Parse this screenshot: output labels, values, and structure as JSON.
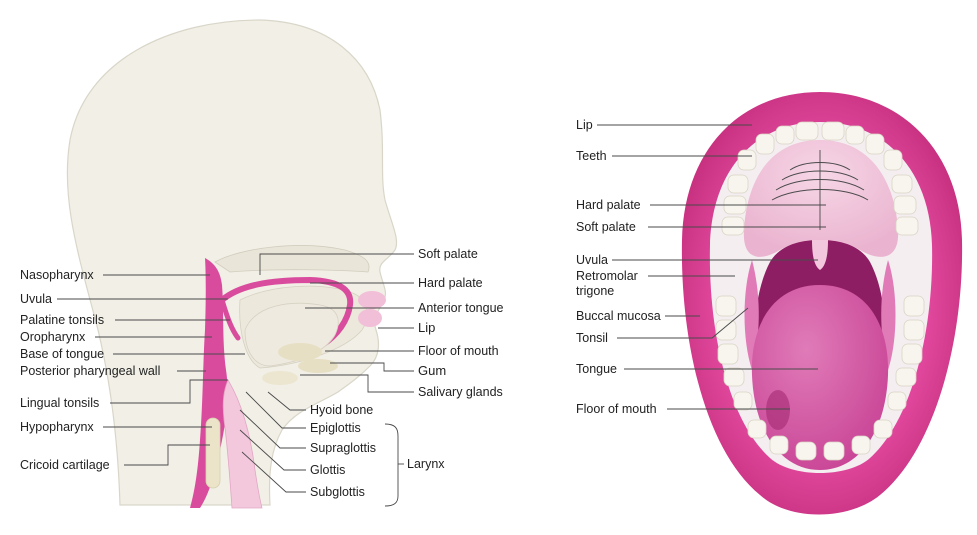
{
  "sagittal": {
    "left_labels": {
      "nasopharynx": "Nasopharynx",
      "uvula": "Uvula",
      "palatine_tonsils": "Palatine tonsils",
      "oropharynx": "Oropharynx",
      "base_of_tongue": "Base of tongue",
      "posterior_pharyngeal_wall": "Posterior pharyngeal wall",
      "lingual_tonsils": "Lingual tonsils",
      "hypopharynx": "Hypopharynx",
      "cricoid_cartilage": "Cricoid cartilage"
    },
    "right_labels": {
      "soft_palate": "Soft palate",
      "hard_palate": "Hard palate",
      "anterior_tongue": "Anterior tongue",
      "lip": "Lip",
      "floor_of_mouth": "Floor of mouth",
      "gum": "Gum",
      "salivary_glands": "Salivary glands",
      "hyoid_bone": "Hyoid bone",
      "epiglottis": "Epiglottis",
      "supraglottis": "Supraglottis",
      "glottis": "Glottis",
      "subglottis": "Subglottis",
      "larynx": "Larynx"
    }
  },
  "oral_view": {
    "labels": {
      "lip": "Lip",
      "teeth": "Teeth",
      "hard_palate": "Hard palate",
      "soft_palate": "Soft palate",
      "uvula": "Uvula",
      "retromolar_trigone_line1": "Retromolar",
      "retromolar_trigone_line2": "trigone",
      "buccal_mucosa": "Buccal mucosa",
      "tonsil": "Tonsil",
      "tongue": "Tongue",
      "floor_of_mouth": "Floor of mouth"
    }
  },
  "colors": {
    "skin": "#f1efe6",
    "skin_edge": "#d9d6c9",
    "mucosa_pink": "#d94c9d",
    "lip_magenta": "#d6398f",
    "tongue": "#d05ba3",
    "palate": "#f2c6dd",
    "throat_dark": "#8e1e63",
    "teeth": "#f7f5ee"
  }
}
